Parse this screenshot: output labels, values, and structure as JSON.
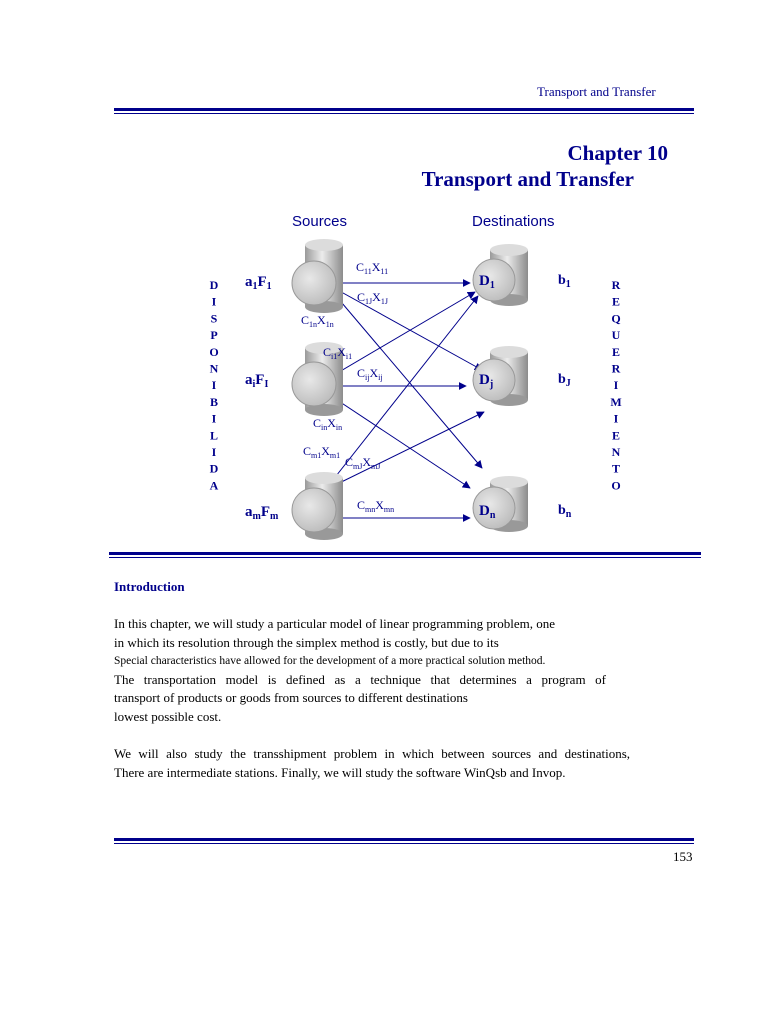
{
  "header": {
    "running_title": "Transport and Transfer"
  },
  "chapter": {
    "number": "Chapter 10",
    "title": "Transport and Transfer"
  },
  "diagram": {
    "sources_heading": "Sources",
    "destinations_heading": "Destinations",
    "left_vertical": [
      "D",
      "I",
      "S",
      "P",
      "O",
      "N",
      "I",
      "B",
      "I",
      "L",
      "I",
      "D",
      "A"
    ],
    "right_vertical": [
      "R",
      "E",
      "Q",
      "U",
      "E",
      "R",
      "I",
      "M",
      "I",
      "E",
      "N",
      "T",
      "O"
    ],
    "sources": [
      {
        "main": "a",
        "sub": "1",
        "main2": "F",
        "sub2": "1"
      },
      {
        "main": "a",
        "sub": "i",
        "main2": "F",
        "sub2": "I"
      },
      {
        "main": "a",
        "sub": "m",
        "main2": "F",
        "sub2": "m"
      }
    ],
    "destinations": [
      {
        "main": "D",
        "sub": "1"
      },
      {
        "main": "D",
        "sub": "j"
      },
      {
        "main": "D",
        "sub": "n"
      }
    ],
    "requirements": [
      {
        "main": "b",
        "sub": "1"
      },
      {
        "main": "b",
        "sub": "J"
      },
      {
        "main": "b",
        "sub": "n"
      }
    ],
    "arc_labels": [
      {
        "c": "C",
        "cs": "11",
        "x": "X",
        "xs": "11"
      },
      {
        "c": "C",
        "cs": "1J",
        "x": "X",
        "xs": "1J"
      },
      {
        "c": "C",
        "cs": "1n",
        "x": "X",
        "xs": "1n"
      },
      {
        "c": "C",
        "cs": "i1",
        "x": "X",
        "xs": "i1"
      },
      {
        "c": "C",
        "cs": "ij",
        "x": "X",
        "xs": "ij"
      },
      {
        "c": "C",
        "cs": "in",
        "x": "X",
        "xs": "in"
      },
      {
        "c": "C",
        "cs": "m1",
        "x": "X",
        "xs": "m1"
      },
      {
        "c": "C",
        "cs": "mJ",
        "x": "X",
        "xs": "mJ"
      },
      {
        "c": "C",
        "cs": "mn",
        "x": "X",
        "xs": "mn"
      }
    ]
  },
  "intro": {
    "heading": "Introduction",
    "p1": [
      "In this chapter, we will study a particular model of linear programming problem, one",
      "in which its resolution through the simplex method is costly, but due to its",
      "Special characteristics have allowed for the development of a more practical solution method.",
      "The transportation model is defined as a technique that determines a program of",
      "transport of products or goods from sources to different destinations",
      "lowest possible cost."
    ],
    "p2": [
      "We will also study the transshipment problem in which between sources and destinations,",
      "There are intermediate stations. Finally, we will study the software WinQsb and Invop."
    ]
  },
  "footer": {
    "page_number": "153"
  },
  "colors": {
    "accent": "#00008b"
  }
}
